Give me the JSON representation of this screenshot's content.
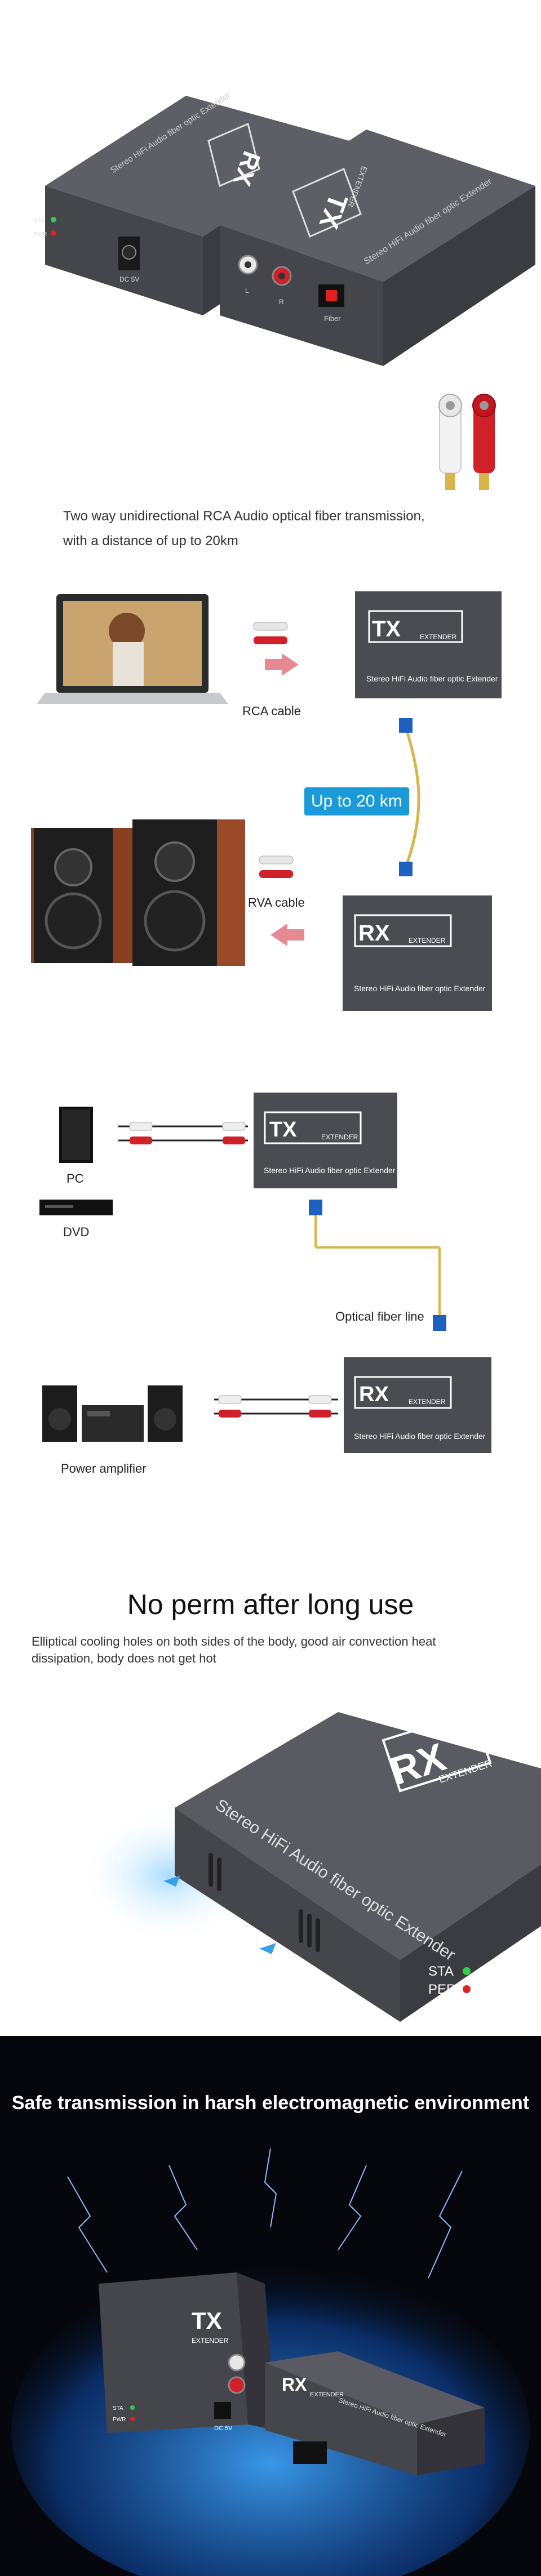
{
  "section1": {
    "rx_logo": "RX",
    "extender_label": "EXTENDER",
    "product_name": "Stereo HiFi Audio fiber optic Extender",
    "rx_product_name": "Stereo HiFi Audio fiber optic Extender",
    "tx_logo": "TX",
    "sta_label": "STA",
    "per_label": "PWR",
    "dc_label": "DC 5V",
    "l_label": "L",
    "r_label": "R",
    "fiber_label": "Fiber",
    "intro_line1": "Two way unidirectional RCA Audio optical fiber transmission,",
    "intro_line2": "with a distance of up to 20km"
  },
  "section2": {
    "tx_logo": "TX",
    "tx_extender": "EXTENDER",
    "tx_name": "Stereo HiFi Audio fiber optic Extender",
    "rx_logo": "RX",
    "rx_extender": "EXTENDER",
    "rx_name": "Stereo HiFi Audio fiber optic Extender",
    "rca_cable": "RCA cable",
    "rva_cable": "RVA cable",
    "distance": "Up to 20 km"
  },
  "section3": {
    "pc_label": "PC",
    "dvd_label": "DVD",
    "tx_logo": "TX",
    "tx_extender": "EXTENDER",
    "tx_name": "Stereo HiFi Audio fiber optic Extender",
    "optical_line": "Optical fiber line",
    "rx_logo": "RX",
    "rx_extender": "EXTENDER",
    "rx_name": "Stereo HiFi Audio fiber optic Extender",
    "power_amplifier": "Power amplifier"
  },
  "section4": {
    "title": "No perm after long use",
    "desc_line1": "Elliptical cooling holes on both sides of the body, good air convection heat",
    "desc_line2": "dissipation, body does not get hot",
    "rx_logo": "RX",
    "extender": "EXTENDER",
    "product_name": "Stereo HiFi Audio fiber optic Extender",
    "sta_label": "STA",
    "per_label": "PER"
  },
  "section5": {
    "title": "Safe transmission in harsh electromagnetic environment",
    "tx_logo": "TX",
    "tx_extender": "EXTENDER",
    "rx_logo": "RX",
    "rx_extender": "EXTENDER",
    "product_name": "Stereo HiFi Audio fiber optic Extender",
    "sta_label": "STA",
    "pwr_label": "PWR",
    "dc_label": "DC 5V"
  },
  "colors": {
    "device_body": "#4b4b52",
    "blue_badge": "#1a9ad9",
    "fiber_blue": "#1e5fbf",
    "rca_red": "#d0202a",
    "led_green": "#2fd04a",
    "led_red": "#e02020",
    "dark_bg": "#05070c"
  }
}
